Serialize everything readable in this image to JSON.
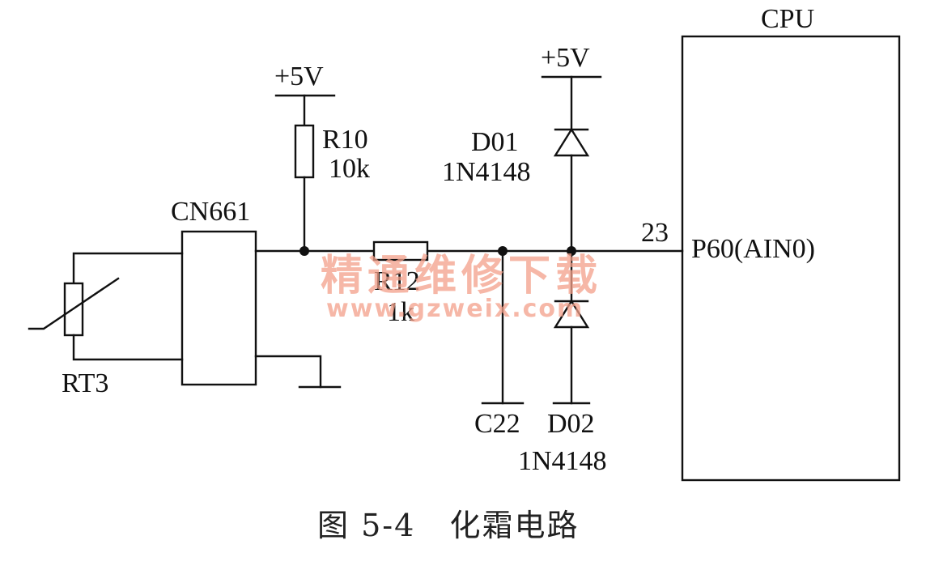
{
  "labels": {
    "cpu": "CPU",
    "vcc_left": "+5V",
    "vcc_right": "+5V",
    "r10_name": "R10",
    "r10_value": "10k",
    "d01_name": "D01",
    "d01_part": "1N4148",
    "cn661": "CN661",
    "pin_number": "23",
    "pin_name": "P60(AIN0)",
    "r12_name": "R12",
    "r12_value": "1k",
    "rt3": "RT3",
    "c22": "C22",
    "d02_name": "D02",
    "d02_part": "1N4148"
  },
  "caption": "图 5-4   化霜电路",
  "watermark": {
    "line1": "精通维修下载",
    "line2": "www.gzweix.com"
  }
}
